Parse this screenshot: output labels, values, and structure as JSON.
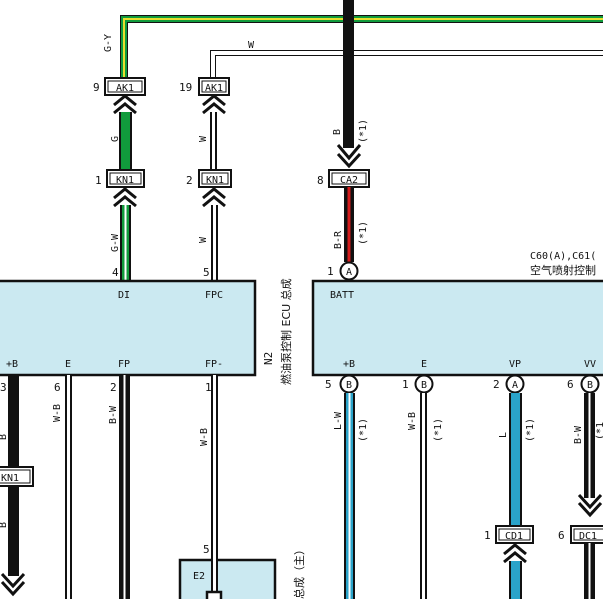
{
  "top_wires": {
    "gy_label": "G-Y",
    "w_label": "W"
  },
  "connectors": {
    "ak1_a": {
      "pin": "9",
      "name": "AK1"
    },
    "ak1_b": {
      "pin": "19",
      "name": "AK1"
    },
    "kn1_a": {
      "pin": "1",
      "name": "KN1"
    },
    "kn1_b": {
      "pin": "2",
      "name": "KN1"
    },
    "ca2": {
      "pin": "8",
      "name": "CA2"
    },
    "kn1_c": {
      "name": "KN1"
    },
    "cd1": {
      "pin": "1",
      "name": "CD1"
    },
    "dc1": {
      "pin": "6",
      "name": "DC1"
    }
  },
  "wire_labels": {
    "g": "G",
    "w_mid": "W",
    "b_top": "B",
    "star1": "(*1)",
    "gw": "G-W",
    "w_low": "W",
    "br": "B-R",
    "star2": "(*1)",
    "b_left": "B",
    "wb1": "W-B",
    "bw1": "B-W",
    "wb2": "W-B",
    "b_left2": "B",
    "lw": "L-W",
    "star3": "(*1)",
    "wb3": "W-B",
    "star4": "(*1)",
    "l": "L",
    "star5": "(*1)",
    "bw2": "B-W",
    "star6": "(*1"
  },
  "ecu_n2": {
    "top_pins": {
      "di_num": "4",
      "fpc_num": "5"
    },
    "top_labels": {
      "di": "DI",
      "fpc": "FPC"
    },
    "bottom_labels": {
      "pb": "+B",
      "e": "E",
      "fp": "FP",
      "fpm": "FP-"
    },
    "bottom_pins": {
      "pb": "3",
      "e": "6",
      "fp": "2",
      "fpm": "1"
    },
    "side_code": "N2",
    "side_name": "燃油泵控制 ECU 总成"
  },
  "ecu_c60": {
    "title_code": "C60(A),C61(",
    "title_name": "空气喷射控制",
    "batt_pin": "1",
    "batt_circle": "A",
    "batt_label": "BATT",
    "bottom_labels": {
      "pb": "+B",
      "e": "E",
      "vp": "VP",
      "vv": "VV"
    },
    "bottom_pins": {
      "pb": {
        "num": "5",
        "circle": "B"
      },
      "e": {
        "num": "1",
        "circle": "B"
      },
      "vp": {
        "num": "2",
        "circle": "A"
      },
      "vv": {
        "num": "6",
        "circle": "B"
      }
    }
  },
  "e2_box": {
    "pin": "5",
    "name": "E2",
    "side_text": "总成（主）"
  },
  "colors": {
    "green": "#119b3c",
    "yellow": "#e7df2c",
    "blue": "#2aa3c9",
    "red": "#d31c1c",
    "box_fill": "#cbe9f1"
  }
}
